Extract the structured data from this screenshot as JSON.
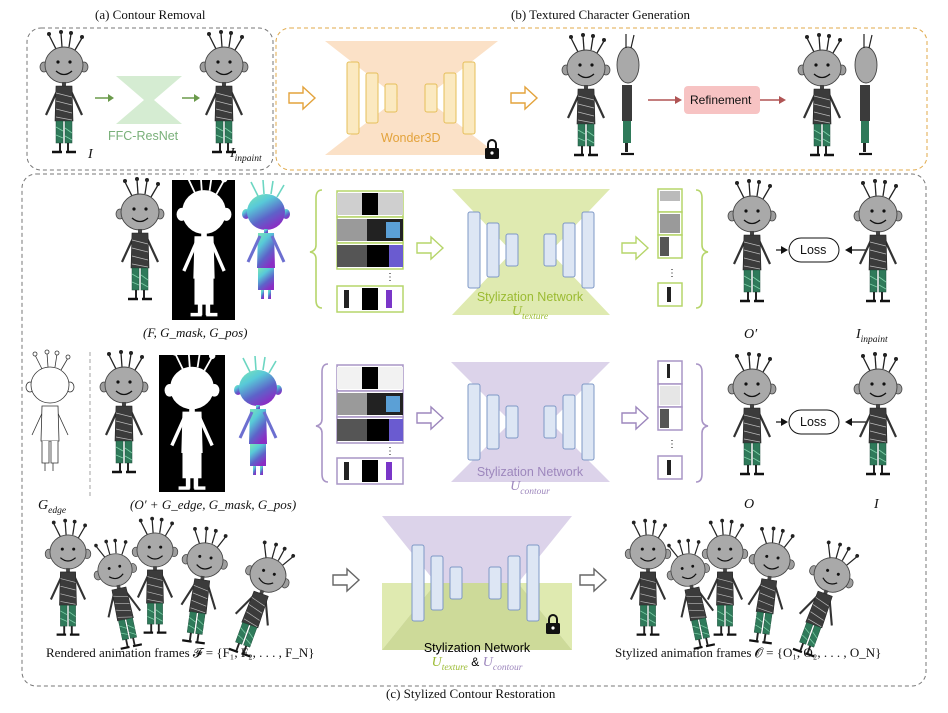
{
  "sections": {
    "a": "(a) Contour Removal",
    "b": "(b) Textured Character Generation",
    "c": "(c) Stylized Contour Restoration"
  },
  "row_a": {
    "network": "FFC-ResNet",
    "input": "I",
    "output_base": "I",
    "output_sub": "inpaint"
  },
  "row_b": {
    "network": "Wonder3D",
    "refinement": "Refinement"
  },
  "texture_row": {
    "inputs_caption": "(F, G_mask, G_pos)",
    "network_line1": "Stylization Network",
    "network_base": "U",
    "network_sub": "texture",
    "loss": "Loss",
    "output_label": "O′",
    "target_base": "I",
    "target_sub": "inpaint"
  },
  "contour_row": {
    "edge_base": "G",
    "edge_sub": "edge",
    "inputs_caption": "(O′ + G_edge, G_mask, G_pos)",
    "network_line1": "Stylization Network",
    "network_base": "U",
    "network_sub": "contour",
    "loss": "Loss",
    "output_label": "O",
    "target_label": "I"
  },
  "animation_row": {
    "left_caption": "Rendered animation frames 𝓕 = {F₁, F₂, . . . , F_N}",
    "network_line1": "Stylization Network",
    "network_u1": "U",
    "network_sub1": "texture",
    "network_amp": "&",
    "network_u2": "U",
    "network_sub2": "contour",
    "right_caption": "Stylized animation frames 𝓞 = {O₁, O₂, . . . , O_N}"
  },
  "colors": {
    "green": "#b6d56a",
    "green_fill": "#dfeab0",
    "purple": "#a995c6",
    "purple_fill": "#dcd3ea",
    "orange": "#e8c07a",
    "orange_fill": "#fbe1c7",
    "light_green_net": "#d5ecd2",
    "refine_fill": "#f7c3c3",
    "refine_arrow": "#b05454",
    "text_green": "#9bbb32",
    "text_orange": "#e3a33c",
    "text_purple": "#9d87bd"
  }
}
